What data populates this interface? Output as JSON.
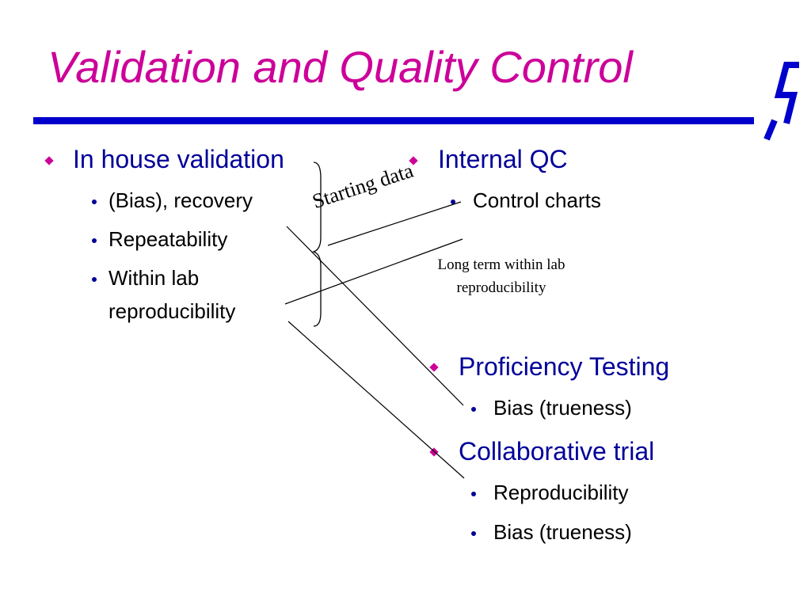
{
  "slide": {
    "title": "Validation and Quality Control",
    "left_column": {
      "heading": "In house validation",
      "items": [
        "(Bias), recovery",
        "Repeatability",
        "Within lab",
        "reproducibility"
      ]
    },
    "right_column": {
      "heading": "Internal QC",
      "items": [
        "Control charts"
      ]
    },
    "proficiency": {
      "heading": "Proficiency Testing",
      "items": [
        "Bias (trueness)"
      ]
    },
    "collaborative": {
      "heading": "Collaborative trial",
      "items": [
        "Reproducibility",
        "Bias (trueness)"
      ]
    },
    "annotations": {
      "starting_data": "Starting data",
      "long_term_line1": "Long term within lab",
      "long_term_line2": "reproducibility"
    },
    "colors": {
      "title": "#cc0099",
      "rule": "#0000cc",
      "heading": "#000099",
      "bullet_diamond": "#cc0099"
    },
    "logo_icon": "logo-mark-icon"
  }
}
